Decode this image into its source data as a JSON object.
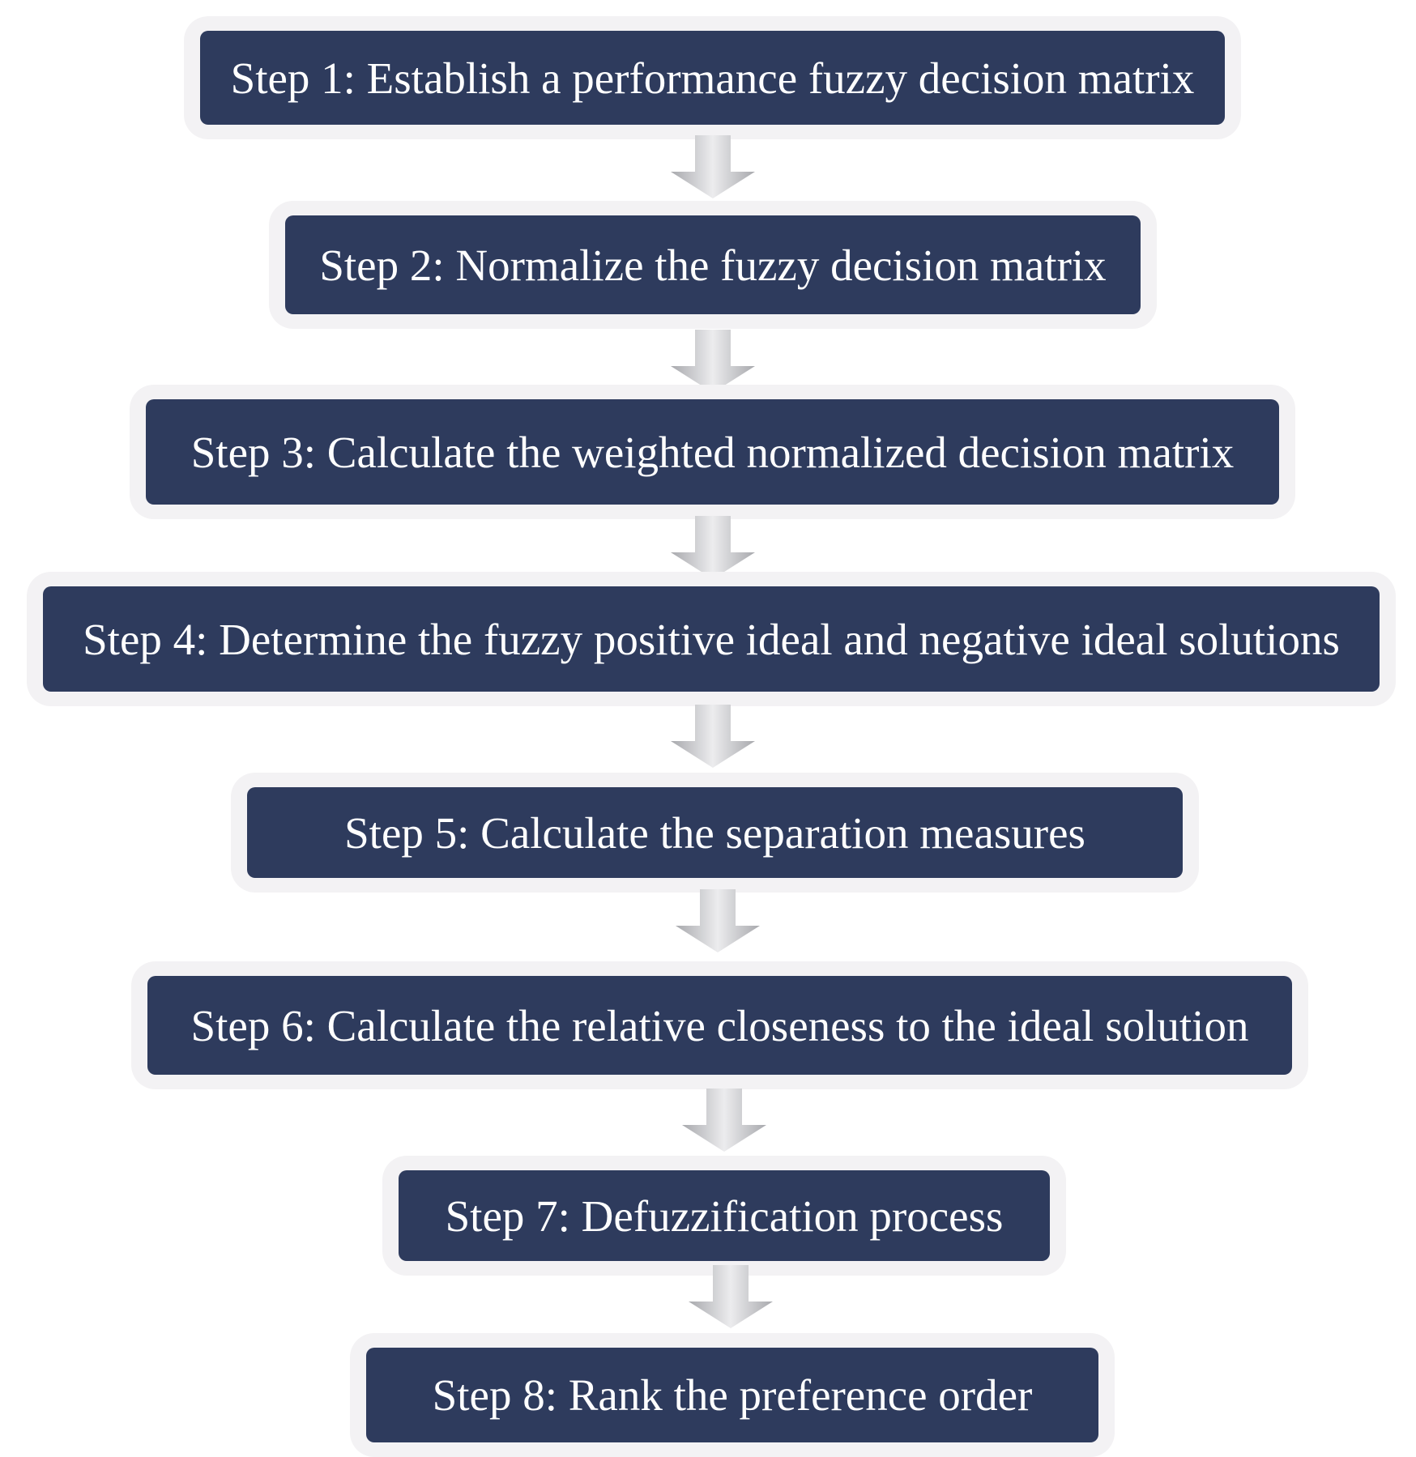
{
  "steps": [
    {
      "label": "Step 1: Establish a performance fuzzy decision matrix"
    },
    {
      "label": "Step 2: Normalize the fuzzy decision matrix"
    },
    {
      "label": "Step 3: Calculate the weighted normalized decision matrix"
    },
    {
      "label": "Step 4: Determine the fuzzy positive ideal and negative ideal solutions"
    },
    {
      "label": "Step 5: Calculate the separation measures"
    },
    {
      "label": "Step 6: Calculate the relative closeness to the ideal solution"
    },
    {
      "label": "Step 7: Defuzzification process"
    },
    {
      "label": "Step 8: Rank the preference order"
    }
  ],
  "colors": {
    "box_fill": "#2e3b5d",
    "box_text": "#ffffff",
    "halo": "#f3f2f4",
    "arrow_light": "#e4e4e6",
    "arrow_dark": "#a8a9ad"
  }
}
